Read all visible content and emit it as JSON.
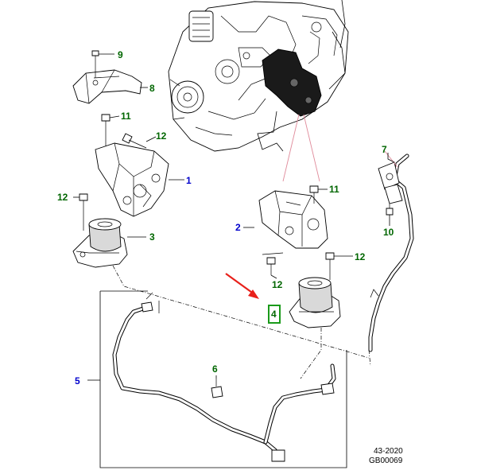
{
  "colors": {
    "engine_callout": "#0000cc",
    "fastener_callout": "#006600",
    "arrow": "#e8201a",
    "highlight_box": "#1a9a1a",
    "leader_to_engine": "#e08a9a"
  },
  "callouts": [
    {
      "id": "c1",
      "label": "1",
      "color": "blue"
    },
    {
      "id": "c2",
      "label": "2",
      "color": "blue"
    },
    {
      "id": "c3",
      "label": "3",
      "color": "green"
    },
    {
      "id": "c4",
      "label": "4",
      "color": "green"
    },
    {
      "id": "c5",
      "label": "5",
      "color": "blue"
    },
    {
      "id": "c6",
      "label": "6",
      "color": "green"
    },
    {
      "id": "c7",
      "label": "7",
      "color": "green"
    },
    {
      "id": "c8",
      "label": "8",
      "color": "green"
    },
    {
      "id": "c9",
      "label": "9",
      "color": "green"
    },
    {
      "id": "c10",
      "label": "10",
      "color": "green"
    },
    {
      "id": "c11a",
      "label": "11",
      "color": "green"
    },
    {
      "id": "c11b",
      "label": "11",
      "color": "green"
    },
    {
      "id": "c12a",
      "label": "12",
      "color": "green"
    },
    {
      "id": "c12b",
      "label": "12",
      "color": "green"
    },
    {
      "id": "c12c",
      "label": "12",
      "color": "green"
    },
    {
      "id": "c12d",
      "label": "12",
      "color": "green"
    }
  ],
  "reference": {
    "line1": "43-2020",
    "line2": "GB00069"
  }
}
